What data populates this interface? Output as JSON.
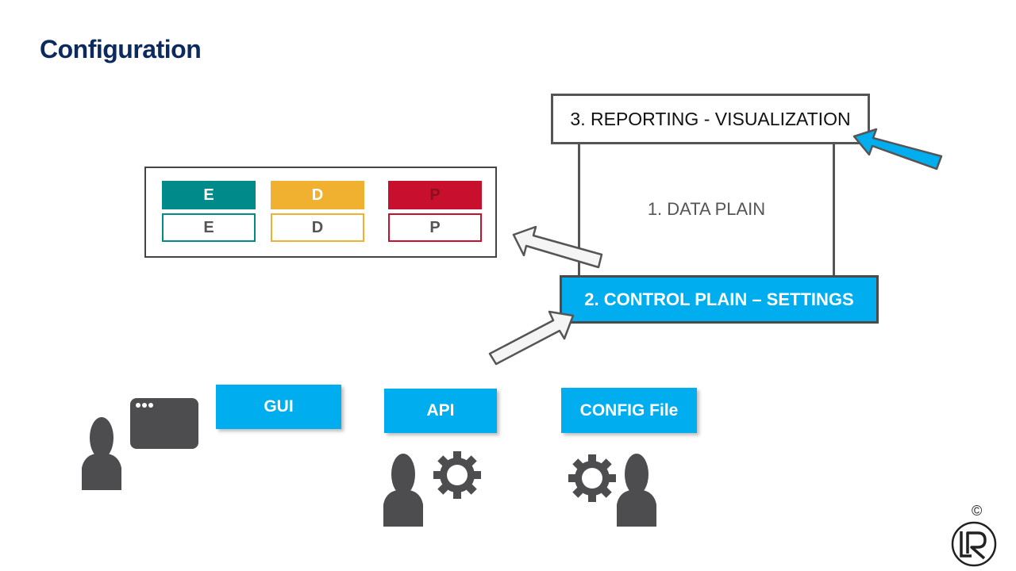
{
  "slide": {
    "title": "Configuration"
  },
  "diagram": {
    "reporting_label": "3. REPORTING - VISUALIZATION",
    "data_plain_label": "1. DATA PLAIN",
    "control_plain_label": "2. CONTROL PLAIN – SETTINGS",
    "edp_grid": {
      "columns": [
        {
          "letter": "E",
          "color": "#008b8b"
        },
        {
          "letter": "D",
          "color": "#f0b030"
        },
        {
          "letter": "P",
          "color": "#c8102e"
        }
      ]
    },
    "methods": {
      "gui": "GUI",
      "api": "API",
      "config": "CONFIG File"
    }
  },
  "footer": {
    "copyright": "©",
    "logo_text": "LR"
  },
  "colors": {
    "accent": "#00aeef",
    "title": "#0d2a5e",
    "icon_gray": "#4d4d4f"
  }
}
